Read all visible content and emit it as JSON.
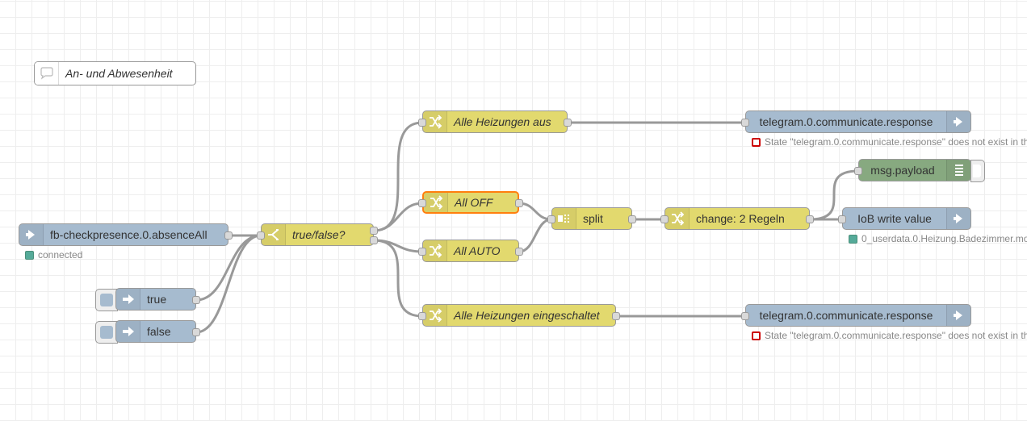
{
  "comment": {
    "label": "An- und Abwesenheit",
    "icon": "comment-icon"
  },
  "nodes": {
    "absence": {
      "label": "fb-checkpresence.0.absenceAll",
      "status": "connected"
    },
    "inject_true": {
      "label": "true"
    },
    "inject_false": {
      "label": "false"
    },
    "switch": {
      "label": "true/false?"
    },
    "change_aus": {
      "label": "Alle Heizungen aus"
    },
    "change_off": {
      "label": "All OFF"
    },
    "change_auto": {
      "label": "All AUTO"
    },
    "change_ein": {
      "label": "Alle Heizungen eingeschaltet"
    },
    "split": {
      "label": "split"
    },
    "change_regeln": {
      "label": "change: 2 Regeln"
    },
    "debug": {
      "label": "msg.payload"
    },
    "iob_write": {
      "label": "IoB write value",
      "status": "0_userdata.0.Heizung.Badezimmer.mo"
    },
    "telegram_top": {
      "label": "telegram.0.communicate.response",
      "status": "State \"telegram.0.communicate.response\" does not exist in th"
    },
    "telegram_bottom": {
      "label": "telegram.0.communicate.response",
      "status": "State \"telegram.0.communicate.response\" does not exist in th"
    }
  },
  "colors": {
    "function_node": "#e2d96e",
    "io_node": "#a6bbcf",
    "debug_node": "#87a980",
    "selected_border": "#ff7f0e",
    "wire": "#999999",
    "status_ok": "#55aa99",
    "status_error": "#cc0000"
  }
}
